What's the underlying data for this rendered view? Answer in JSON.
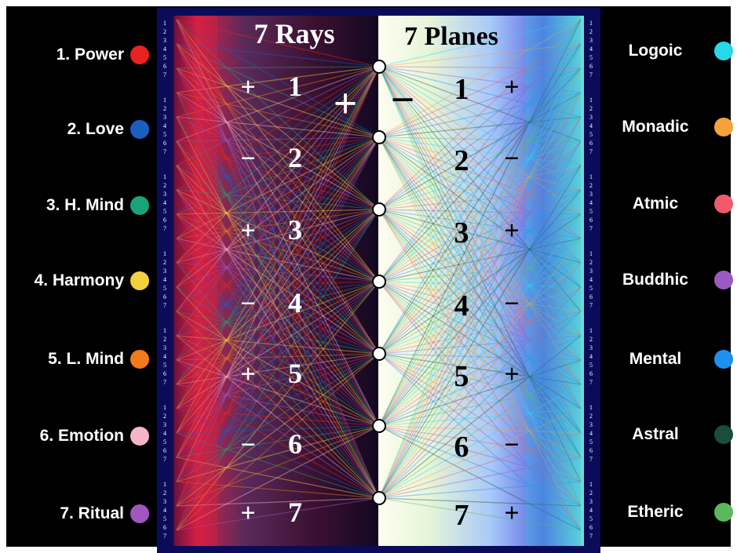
{
  "left_title": "7 Rays",
  "right_title": "7 Planes",
  "center_signs": {
    "plus": "+",
    "minus": "−"
  },
  "rays": [
    {
      "label": "1. Power",
      "color": "#e8231d"
    },
    {
      "label": "2. Love",
      "color": "#1a5fbf"
    },
    {
      "label": "3. H. Mind",
      "color": "#1aa37a"
    },
    {
      "label": "4. Harmony",
      "color": "#f4d03f"
    },
    {
      "label": "5.  L. Mind",
      "color": "#f07a1c"
    },
    {
      "label": "6. Emotion",
      "color": "#f4b6c6"
    },
    {
      "label": "7. Ritual",
      "color": "#a055c0"
    }
  ],
  "planes": [
    {
      "label": "Logoic",
      "color": "#27d8e8"
    },
    {
      "label": "Monadic",
      "color": "#f4a23a"
    },
    {
      "label": "Atmic",
      "color": "#f05a6a"
    },
    {
      "label": "Buddhic",
      "color": "#9b59c4"
    },
    {
      "label": "Mental",
      "color": "#1e90f0"
    },
    {
      "label": "Astral",
      "color": "#174f3c"
    },
    {
      "label": "Etheric",
      "color": "#5cb85c"
    }
  ],
  "left_numbers": [
    "1",
    "2",
    "3",
    "4",
    "5",
    "6",
    "7"
  ],
  "left_signs": [
    "+",
    "−",
    "+",
    "−",
    "+",
    "−",
    "+"
  ],
  "right_numbers": [
    "1",
    "2",
    "3",
    "4",
    "5",
    "6",
    "7"
  ],
  "right_signs": [
    "+",
    "−",
    "+",
    "−",
    "+",
    "−",
    "+"
  ],
  "scale_digits": [
    "1",
    "2",
    "3",
    "4",
    "5",
    "6",
    "7"
  ]
}
